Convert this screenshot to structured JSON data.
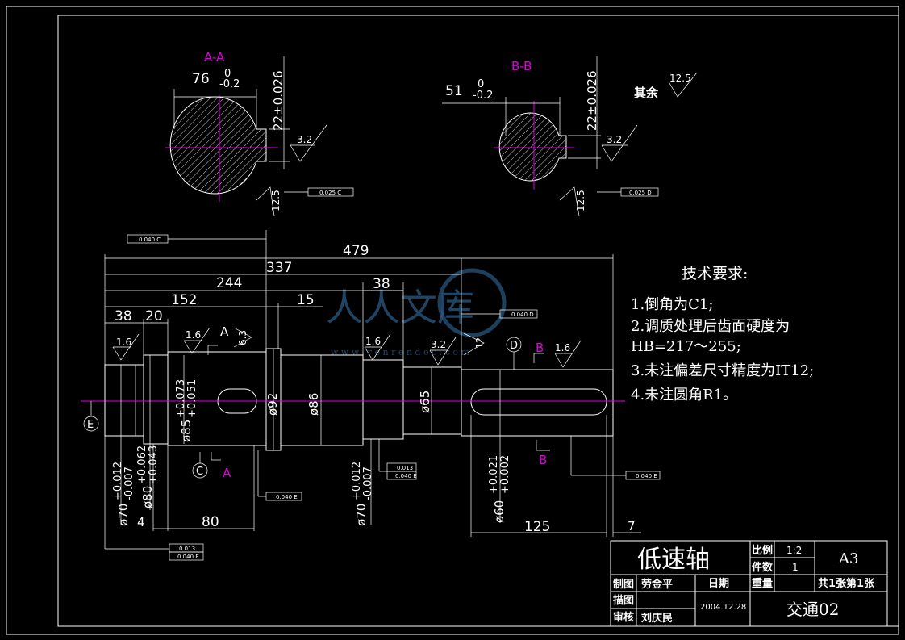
{
  "sections": {
    "aa": {
      "label": "A-A",
      "width_dim": "76",
      "tol_upper": "0",
      "tol_lower": "-0.2",
      "key_dim": "22±0.026",
      "rough_key": "3.2",
      "rough_side": "12.5",
      "tolerance_frame": "0.025 C"
    },
    "bb": {
      "label": "B-B",
      "width_dim": "51",
      "tol_upper": "0",
      "tol_lower": "-0.2",
      "key_dim": "22±0.026",
      "rough_key": "3.2",
      "rough_side": "12.5",
      "tolerance_frame": "0.025 D"
    }
  },
  "other_roughness": {
    "label": "其余",
    "value": "12.5"
  },
  "main_view": {
    "lengths": {
      "total": "479",
      "l337": "337",
      "l244": "244",
      "l152": "152",
      "l38a": "38",
      "l20": "20",
      "l15": "15",
      "l38b": "38",
      "l80": "80",
      "l4": "4",
      "l125": "125",
      "l7": "7"
    },
    "diameters": {
      "d85": "ø85",
      "d85_up": "+0.073",
      "d85_lo": "+0.051",
      "d92": "ø92",
      "d86": "ø86",
      "d65": "ø65",
      "d70a": "ø70",
      "d70a_up": "+0.012",
      "d70a_lo": "-0.007",
      "d80": "ø80",
      "d80_up": "+0.062",
      "d80_lo": "+0.043",
      "d70b": "ø70",
      "d70b_up": "+0.012",
      "d70b_lo": "-0.007",
      "d60": "ø60",
      "d60_up": "+0.021",
      "d60_lo": "+0.002"
    },
    "roughness": {
      "r1": "1.6",
      "r2": "1.6",
      "r3": "6.3",
      "r4": "1.6",
      "r5": "3.2",
      "r6": "12",
      "r7": "1.6"
    },
    "section_marks": {
      "a_top": "A",
      "a_bottom": "A",
      "b_top": "B",
      "b_bottom": "B"
    },
    "datums": {
      "c": "C",
      "d": "D",
      "e": "E"
    },
    "tolerance_frames": {
      "t1": "0.040 C",
      "t2": "0.040 D",
      "t3": "0.040 E",
      "t4a": "0.013",
      "t4b": "0.040 E",
      "t5": "0.040 E",
      "t6a": "0.013",
      "t6b": "0.040 E"
    }
  },
  "tech_requirements": {
    "title": "技术要求:",
    "items": [
      "1.倒角为C1;",
      "2.调质处理后齿面硬度为",
      "HB=217～255;",
      "3.未注偏差尺寸精度为IT12;",
      "4.未注圆角R1。"
    ]
  },
  "title_block": {
    "part_name": "低速轴",
    "scale_label": "比例",
    "scale_value": "1:2",
    "count_label": "件数",
    "count_value": "1",
    "sheet_size": "A3",
    "drawn_label": "制图",
    "drawn_name": "劳金平",
    "date_label": "日期",
    "weight_label": "重量",
    "sheets": "共1张第1张",
    "traced_label": "描图",
    "checked_label": "审核",
    "checked_name": "刘庆民",
    "date_value": "2004.12.28",
    "drawing_no": "交通02"
  },
  "watermark": {
    "text": "人人文库",
    "url": "w w w . r e n r e n d o c . c o m"
  },
  "colors": {
    "background": "#000000",
    "lines": "#ffffff",
    "center_lines": "#e000e0",
    "watermark": "#2a5b86"
  }
}
